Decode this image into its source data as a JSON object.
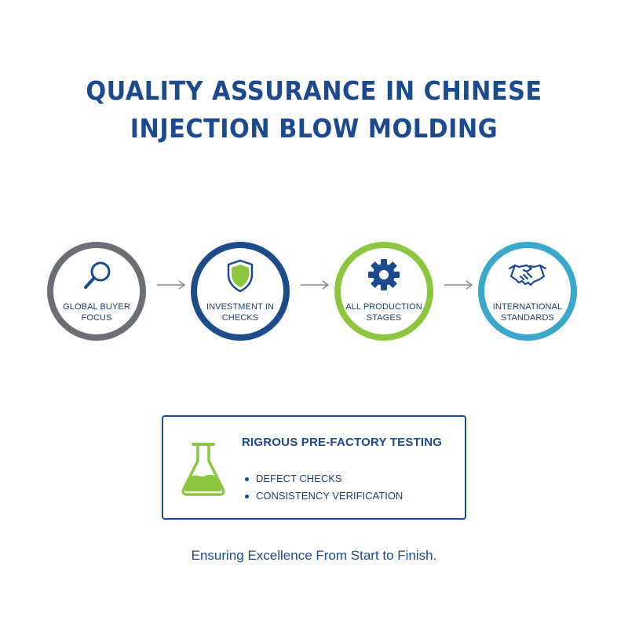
{
  "title": {
    "line1": "QUALITY ASSURANCE IN CHINESE",
    "line2": "INJECTION BLOW MOLDING"
  },
  "steps": [
    {
      "line1": "GLOBAL BUYER",
      "line2": "FOCUS",
      "icon": "magnifying-glass-icon",
      "color": "#6b6f75"
    },
    {
      "line1": "INVESTMENT IN",
      "line2": "CHECKS",
      "icon": "shield-icon",
      "color": "#1d4c8a"
    },
    {
      "line1": "ALL PRODUCTION",
      "line2": "STAGES",
      "icon": "gear-icon",
      "color": "#8cc63f"
    },
    {
      "line1": "INTERNATIONAL",
      "line2": "STANDARDS",
      "icon": "handshake-icon",
      "color": "#3aa8cc"
    }
  ],
  "testing": {
    "title": "RIGROUS PRE-FACTORY TESTING",
    "icon": "flask-icon",
    "bullets": [
      "DEFECT CHECKS",
      "CONSISTENCY VERIFICATION"
    ]
  },
  "tagline": "Ensuring Excellence From Start to Finish.",
  "colors": {
    "navy": "#1c4a8e",
    "gray": "#6b6f75",
    "green": "#8cc63f",
    "teal": "#3aa8cc"
  }
}
